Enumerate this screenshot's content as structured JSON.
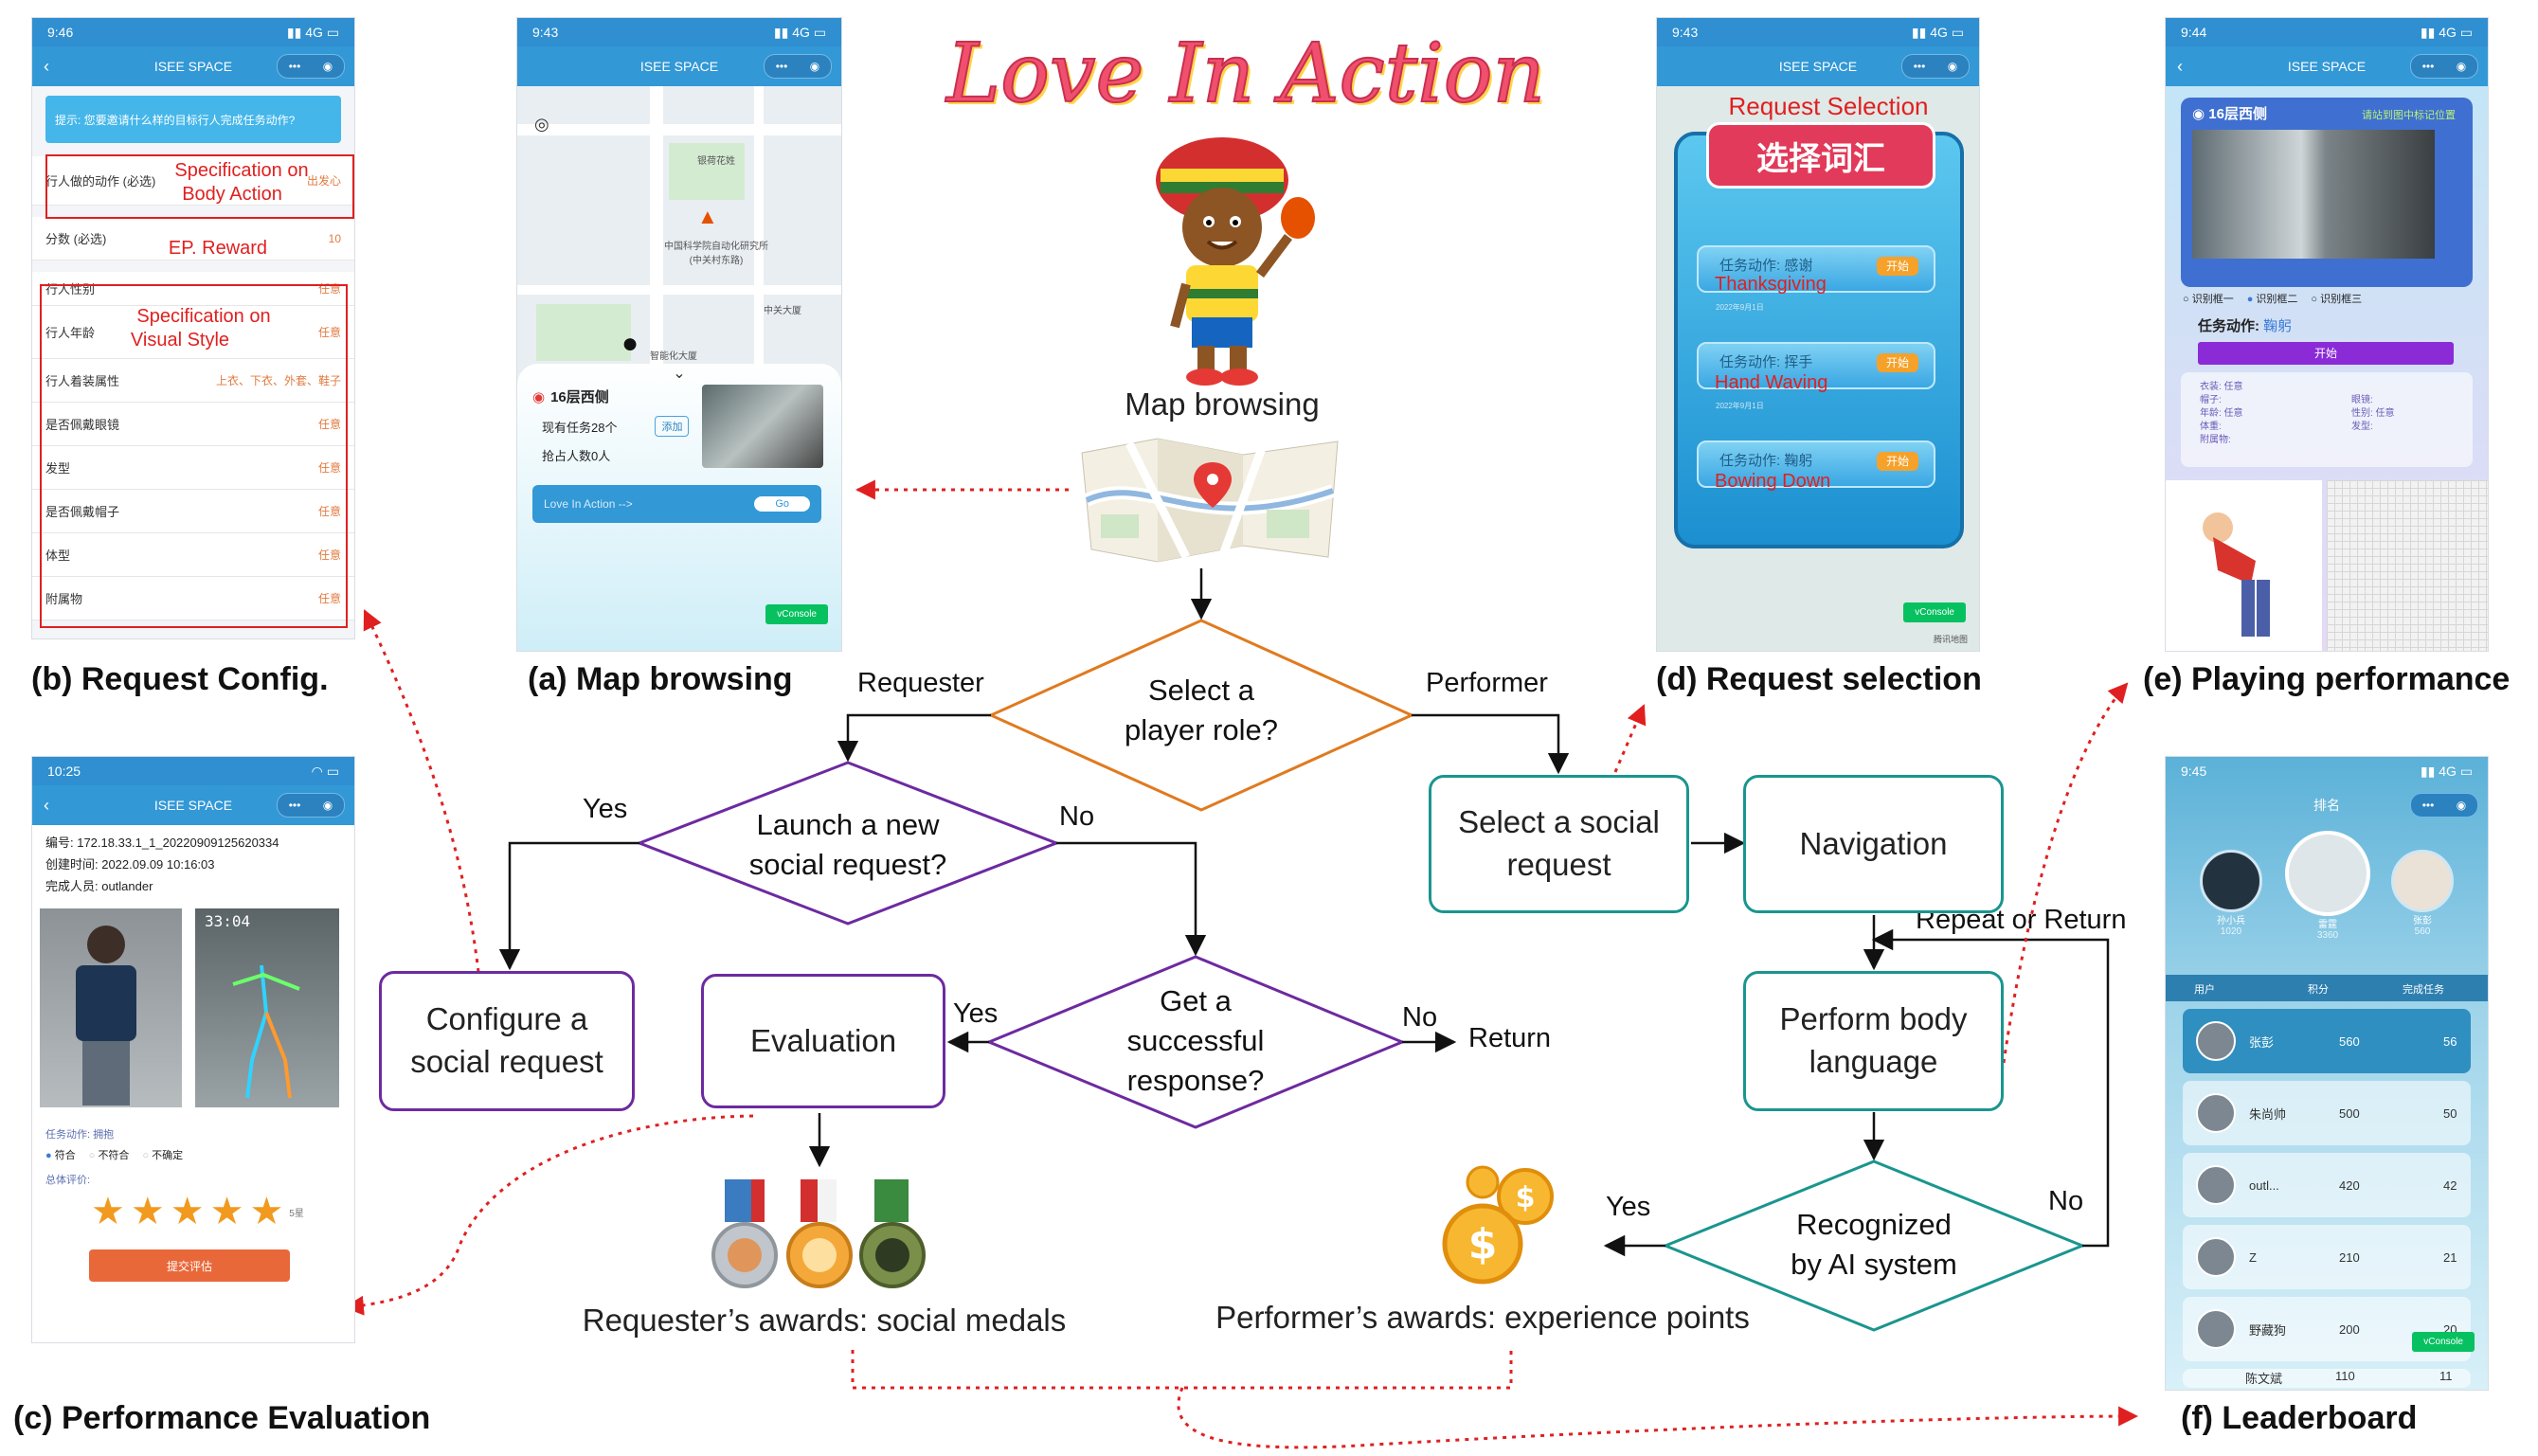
{
  "title": "Love In Action",
  "mascot": "player-character",
  "map_label": "Map browsing",
  "colors": {
    "orange": "#e07a1f",
    "purple": "#6d2aa0",
    "teal": "#1a958f",
    "red": "#e02020",
    "title_red": "#f0506e"
  },
  "flow": {
    "select_role": [
      "Select a",
      "player role?"
    ],
    "requester": "Requester",
    "performer": "Performer",
    "launch": [
      "Launch a new",
      "social request?"
    ],
    "yes1": "Yes",
    "no1": "No",
    "configure": "Configure a social request",
    "evaluation": "Evaluation",
    "yes2": "Yes",
    "get_response": [
      "Get a",
      "successful",
      "response?"
    ],
    "no2": "No",
    "return": "Return",
    "select_request": "Select a social request",
    "navigation": "Navigation",
    "repeat_return": "Repeat or Return",
    "perform_body": "Perform body language",
    "recognized": [
      "Recognized",
      "by AI system"
    ],
    "yes3": "Yes",
    "no3": "No",
    "requester_awards": "Requester’s awards: social medals",
    "performer_awards": "Performer’s awards: experience points"
  },
  "captions": {
    "a": "(a) Map browsing",
    "b": "(b) Request Config.",
    "c": "(c) Performance Evaluation",
    "d": "(d) Request selection",
    "e": "(e) Playing performance",
    "f": "(f) Leaderboard"
  },
  "phone_common": {
    "app_title": "ISEE SPACE",
    "more": "•••",
    "vconsole": "vConsole"
  },
  "screen_b": {
    "time": "9:46",
    "tip": "提示: 您要邀请什么样的目标行人完成任务动作?",
    "rows": [
      {
        "label": "行人做的动作 (必选)",
        "value": "出发心"
      },
      {
        "label": "分数 (必选)",
        "value": "10"
      },
      {
        "label": "行人性别",
        "value": "任意"
      },
      {
        "label": "行人年龄",
        "value": "任意"
      },
      {
        "label": "行人着装属性",
        "value": "上衣、下衣、外套、鞋子"
      },
      {
        "label": "是否佩戴眼镜",
        "value": "任意"
      },
      {
        "label": "发型",
        "value": "任意"
      },
      {
        "label": "是否佩戴帽子",
        "value": "任意"
      },
      {
        "label": "体型",
        "value": "任意"
      },
      {
        "label": "附属物",
        "value": "任意"
      }
    ],
    "ann_body": [
      "Specification on",
      "Body Action"
    ],
    "ann_reward": "EP. Reward",
    "ann_visual": [
      "Specification on",
      "Visual Style"
    ]
  },
  "screen_a": {
    "time": "9:43",
    "poi1": "银荷花姓",
    "poi2": "中国科学院自动化研究所(中关村东路)",
    "poi3": "智能化大厦",
    "poi4": "中关大厦",
    "card_title": "16层西侧",
    "tasks": "现有任务28个",
    "add": "添加",
    "occupied": "抢占人数0人",
    "action": "Love In Action -->",
    "go": "Go"
  },
  "screen_c": {
    "time": "10:25",
    "id": "编号: 172.18.33.1_1_20220909125620334",
    "created": "创建时间: 2022.09.09 10:16:03",
    "done": "完成人员: outlander",
    "video_time": "33:04",
    "task": "任务动作: 拥抱",
    "opts": [
      "符合",
      "不符合",
      "不确定"
    ],
    "overall": "总体评价:",
    "stars": 5,
    "stars_label": "5星",
    "submit": "提交评估"
  },
  "screen_d": {
    "time": "9:43",
    "overlay": "Request Selection",
    "banner": "选择词汇",
    "items": [
      {
        "cn": "任务动作: 感谢",
        "en": "Thanksgiving",
        "btn": "开始",
        "date": "2022年9月1日"
      },
      {
        "cn": "任务动作: 挥手",
        "en": "Hand Waving",
        "btn": "开始",
        "date": "2022年9月1日"
      },
      {
        "cn": "任务动作: 鞠躬",
        "en": "Bowing Down",
        "btn": "开始"
      }
    ],
    "map_tag": "腾讯地图"
  },
  "screen_e": {
    "time": "9:44",
    "loc": "16层西侧",
    "hint": "请站到图中标记位置",
    "frames": [
      "识别框一",
      "识别框二",
      "识别框三"
    ],
    "task": "任务动作:",
    "task_value": "鞠躬",
    "start": "开始",
    "attrs": [
      "衣装: 任意",
      "眼镜:",
      "帽子:",
      "年龄: 任意",
      "性别: 任意",
      "体重:",
      "发型:",
      "附属物:"
    ]
  },
  "screen_f": {
    "time": "9:45",
    "heading": "排名",
    "top3": [
      {
        "name": "孙小兵",
        "score": "1020"
      },
      {
        "name": "雷霆",
        "score": "3360"
      },
      {
        "name": "张彭",
        "score": "560"
      }
    ],
    "cols": [
      "用户",
      "积分",
      "完成任务"
    ],
    "rows": [
      {
        "name": "张彭",
        "score": "560",
        "tasks": "56"
      },
      {
        "name": "朱尚帅",
        "score": "500",
        "tasks": "50"
      },
      {
        "name": "outl...",
        "score": "420",
        "tasks": "42"
      },
      {
        "name": "Z",
        "score": "210",
        "tasks": "21"
      },
      {
        "name": "野藏狗",
        "score": "200",
        "tasks": "20"
      },
      {
        "name": "陈文斌",
        "score": "110",
        "tasks": "11"
      }
    ]
  }
}
